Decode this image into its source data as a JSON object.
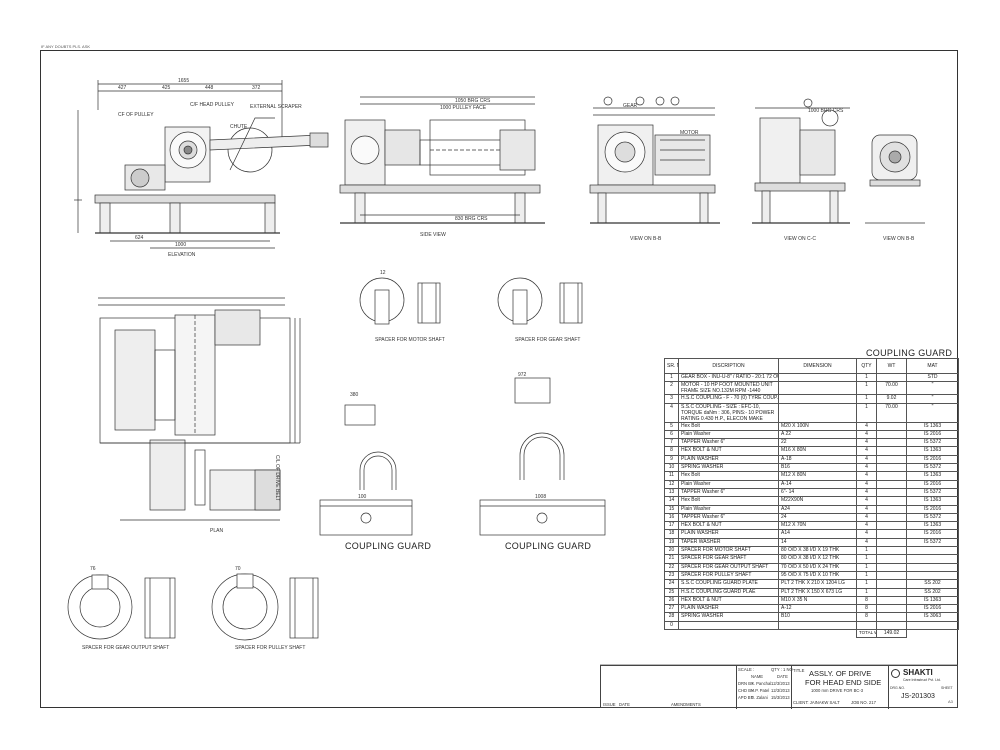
{
  "sheet": {
    "top_note": "IF ANY DOUBTS PLS. ASK",
    "section_title": "COUPLING GUARD",
    "ref_mark": "A3"
  },
  "views": {
    "elevation": "ELEVATION",
    "side_view": "SIDE VIEW",
    "view_bb": "VIEW ON B-B",
    "view_cc": "VIEW ON C-C",
    "view_bb2": "VIEW ON B-B",
    "plan": "PLAN",
    "coupling_guard_1": "COUPLING GUARD",
    "coupling_guard_2": "COUPLING GUARD",
    "spacer_motor": "SPACER FOR MOTOR SHAFT",
    "spacer_gear": "SPACER FOR GEAR SHAFT",
    "spacer_gear_output": "SPACER FOR GEAR OUTPUT SHAFT",
    "spacer_pulley": "SPACER FOR PULLEY SHAFT"
  },
  "callouts": {
    "dim_overall": "1655",
    "dim_427": "427",
    "dim_425": "425",
    "dim_448": "448",
    "dim_372": "372",
    "dim_1000": "1000",
    "dim_624": "624",
    "dim_1000_pulley": "1000 PULLEY FACE",
    "dim_bearing": "1050 BRG CRS",
    "dim_830": "830 BRG CRS",
    "dim_1000_bb": "1000 BRG CRS",
    "pulley_note": "CF OF PULLEY",
    "head_pulley": "C/F HEAD PULLEY",
    "external_scraper": "EXTERNAL SCRAPER",
    "chute": "CHUTE",
    "gear": "GEAR",
    "motor": "MOTOR",
    "drive_belt": "C/L OF DRIVE BELT",
    "dim_380": "380",
    "dim_100": "100",
    "dim_76": "76",
    "dim_1008": "1008",
    "dim_972": "972",
    "dim_12": "12",
    "dim_70": "70"
  },
  "bom": {
    "headers": [
      "SR. NO",
      "DISCRIPTION",
      "DIMENSION",
      "QTY",
      "WT",
      "MAT"
    ],
    "rows": [
      [
        "1",
        "GEAR BOX - INU-U-8\" / RATIO - 20:1  72 OUT PUT RPM/ERON BUILD MAKE",
        "",
        "1",
        "",
        "STD"
      ],
      [
        "2",
        "MOTOR - 10 HP FOOT MOUNTED UNIT FRAME SIZE NO.132M RPM -1440",
        "",
        "1",
        "70.00",
        "\""
      ],
      [
        "3",
        "H.S.C COUPLING - F - 70 (0) TYRE COUP. FENNER MAKE",
        "",
        "1",
        "9.02",
        "\""
      ],
      [
        "4",
        "S.S.C COUPLING - SIZE : EFC-10, TORQUE daNm : 306, PINS:- 10 POWER RATING 0.430 H.P., ELECON MAKE",
        "",
        "1",
        "70.00",
        "\""
      ],
      [
        "5",
        "Hex Bolt",
        "M20 X 100N",
        "4",
        "",
        "IS 1363"
      ],
      [
        "6",
        "Plain Washer",
        "A 22",
        "4",
        "",
        "IS 2016"
      ],
      [
        "7",
        "TAPPER Washer 6\"",
        "22",
        "4",
        "",
        "IS 5372"
      ],
      [
        "8",
        "HEX BOLT & NUT",
        "M16 X 80N",
        "4",
        "",
        "IS 1363"
      ],
      [
        "9",
        "PLAIN WASHER",
        "A-18",
        "4",
        "",
        "IS 2016"
      ],
      [
        "10",
        "SPRING WASHER",
        "B16",
        "4",
        "",
        "IS 5372"
      ],
      [
        "11",
        "Hex Bolt",
        "M12 X 80N",
        "4",
        "",
        "IS 1363"
      ],
      [
        "12",
        "Plain Washer",
        "A-14",
        "4",
        "",
        "IS 2016"
      ],
      [
        "13",
        "TAPPER Washer 6\"",
        "6\"- 14",
        "4",
        "",
        "IS 5372"
      ],
      [
        "14",
        "Hex Bolt",
        "M22X90N",
        "4",
        "",
        "IS 1363"
      ],
      [
        "15",
        "Plain Washer",
        "A24",
        "4",
        "",
        "IS 2016"
      ],
      [
        "16",
        "TAPPER Washer 6\"",
        "24",
        "4",
        "",
        "IS 5372"
      ],
      [
        "17",
        "HEX BOLT & NUT",
        "M12 X 70N",
        "4",
        "",
        "IS 1363"
      ],
      [
        "18",
        "PLAIN WASHER",
        "A14",
        "4",
        "",
        "IS 2016"
      ],
      [
        "19",
        "TAPER WASHER",
        "14",
        "4",
        "",
        "IS 5372"
      ],
      [
        "20",
        "SPACER FOR MOTOR SHAFT",
        "80 O/D X 38 I/D X 19 THK",
        "1",
        "",
        ""
      ],
      [
        "21",
        "SPACER FOR GEAR SHAFT",
        "80 O/D X 38 I/D X 12 THK",
        "1",
        "",
        ""
      ],
      [
        "22",
        "SPACER FOR GEAR OUTPUT SHAFT",
        "70 O/D X 50 I/D X 24 THK",
        "1",
        "",
        ""
      ],
      [
        "23",
        "SPACER FOR PULLEY SHAFT",
        "95 O/D X 75 I/D X 10 THK",
        "1",
        "",
        ""
      ],
      [
        "24",
        "S.S.C COUPLING GUARD PLATE",
        "PLT 2 THK X 210 X 1204 LG",
        "1",
        "",
        "SS 202"
      ],
      [
        "25",
        "H.S.C COUPLING GUARD PLAE",
        "PLT 2 THK X 150 X 673 LG",
        "1",
        "",
        "SS 202"
      ],
      [
        "26",
        "HEX BOLT & NUT",
        "M10 X 35 N",
        "8",
        "",
        "IS 1363"
      ],
      [
        "27",
        "PLAIN WASHER",
        "A-12",
        "8",
        "",
        "IS 2016"
      ],
      [
        "28",
        "SPRING WASHER",
        "B10",
        "8",
        "",
        "IS 3063"
      ],
      [
        "0",
        "",
        "",
        "",
        "",
        ""
      ]
    ],
    "total_label": "TOTAL WT",
    "total_value": "149.02"
  },
  "title_block": {
    "scale": "SCALE :",
    "qty": "QTY : 1 NO",
    "name": "NAME",
    "date": "DATE",
    "drn_by": "DRN BY",
    "chkd_by": "CHD BY",
    "aprd_by": "APD BY",
    "drn_name": "A. Panchal",
    "chkd_name": "H.P. Patel",
    "aprd_name": "D. Zalani",
    "drn_date": "12/3/2013",
    "chkd_date": "12/3/2013",
    "aprd_date": "15/3/2013",
    "title_label": "TITLE",
    "title_line1": "ASSLY. OF DRIVE",
    "title_line2": "FOR HEAD END SIDE",
    "title_line3": "1000 mm DRIVE FOR BC-3",
    "client": "CLIENT: JAINAKW SALT",
    "job_no": "JOB NO. 217",
    "company": "SHAKTI",
    "company_sub": "Care Infrastruct Pvt. Ltd.",
    "drg_no_label": "DRG.NO.",
    "drg_no": "JS-201303",
    "sheet_label": "SHEET",
    "issue": "ISSUE",
    "issue_date": "DATE",
    "amendments": "AMENDMENTS"
  }
}
